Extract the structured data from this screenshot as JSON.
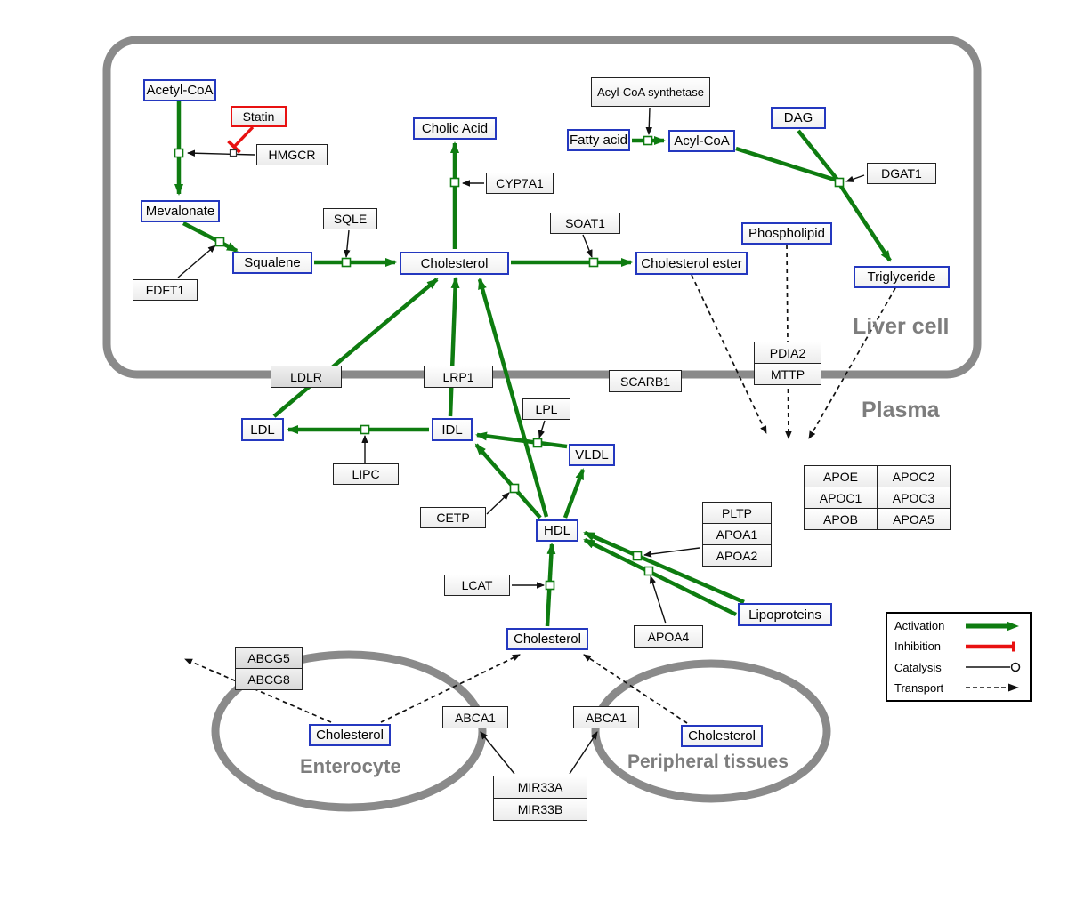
{
  "regions": {
    "liver": "Liver cell",
    "plasma": "Plasma",
    "enterocyte": "Enterocyte",
    "peripheral": "Peripheral tissues"
  },
  "metabolites": {
    "acetyl_coa": "Acetyl-CoA",
    "mevalonate": "Mevalonate",
    "squalene": "Squalene",
    "cholic_acid": "Cholic Acid",
    "cholesterol_liver": "Cholesterol",
    "fatty_acid": "Fatty acid",
    "acyl_coa": "Acyl-CoA",
    "dag": "DAG",
    "phospholipid": "Phospholipid",
    "cholesterol_ester": "Cholesterol ester",
    "triglyceride": "Triglyceride",
    "ldl": "LDL",
    "idl": "IDL",
    "vldl": "VLDL",
    "hdl": "HDL",
    "lipoproteins": "Lipoproteins",
    "cholesterol_plasma": "Cholesterol",
    "cholesterol_enterocyte": "Cholesterol",
    "cholesterol_peripheral": "Cholesterol"
  },
  "genes": {
    "statin": "Statin",
    "hmgcr": "HMGCR",
    "sqle": "SQLE",
    "cyp7a1": "CYP7A1",
    "soat1": "SOAT1",
    "acyl_coa_synthetase": "Acyl-CoA synthetase",
    "dgat1": "DGAT1",
    "fdft1": "FDFT1",
    "ldlr": "LDLR",
    "lrp1": "LRP1",
    "scarb1": "SCARB1",
    "pdia2": "PDIA2",
    "mttp": "MTTP",
    "lpl": "LPL",
    "lipc": "LIPC",
    "cetp": "CETP",
    "lcat": "LCAT",
    "pltp": "PLTP",
    "apoa1": "APOA1",
    "apoa2": "APOA2",
    "apoa4": "APOA4",
    "abcg5": "ABCG5",
    "abcg8": "ABCG8",
    "abca1_left": "ABCA1",
    "abca1_right": "ABCA1",
    "mir33a": "MIR33A",
    "mir33b": "MIR33B"
  },
  "apo_table": [
    [
      "APOE",
      "APOC2"
    ],
    [
      "APOC1",
      "APOC3"
    ],
    [
      "APOB",
      "APOA5"
    ]
  ],
  "legend": {
    "activation": "Activation",
    "inhibition": "Inhibition",
    "catalysis": "Catalysis",
    "transport": "Transport"
  },
  "colors": {
    "activation_green": "#0e7c10",
    "inhibition_red": "#e81111",
    "metabolite_border_blue": "#2438bf",
    "membrane_gray": "#8a8a8a"
  }
}
